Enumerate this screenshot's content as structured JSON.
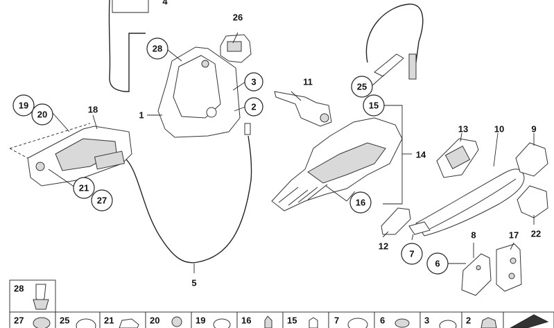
{
  "diagram": {
    "callouts": [
      {
        "id": "c28",
        "label": "28",
        "circled": true
      },
      {
        "id": "c26",
        "label": "26",
        "circled": false
      },
      {
        "id": "c3",
        "label": "3",
        "circled": true
      },
      {
        "id": "c2",
        "label": "2",
        "circled": true
      },
      {
        "id": "c1",
        "label": "1",
        "circled": false
      },
      {
        "id": "c4",
        "label": "4",
        "circled": false
      },
      {
        "id": "c19",
        "label": "19",
        "circled": true
      },
      {
        "id": "c20",
        "label": "20",
        "circled": true
      },
      {
        "id": "c18",
        "label": "18",
        "circled": false
      },
      {
        "id": "c21",
        "label": "21",
        "circled": true
      },
      {
        "id": "c27",
        "label": "27",
        "circled": true
      },
      {
        "id": "c11",
        "label": "11",
        "circled": false
      },
      {
        "id": "c25",
        "label": "25",
        "circled": true
      },
      {
        "id": "c15",
        "label": "15",
        "circled": true
      },
      {
        "id": "c14",
        "label": "14",
        "circled": false
      },
      {
        "id": "c16",
        "label": "16",
        "circled": true
      },
      {
        "id": "c13",
        "label": "13",
        "circled": false
      },
      {
        "id": "c10",
        "label": "10",
        "circled": false
      },
      {
        "id": "c9",
        "label": "9",
        "circled": false
      },
      {
        "id": "c22",
        "label": "22",
        "circled": false
      },
      {
        "id": "c12",
        "label": "12",
        "circled": false
      },
      {
        "id": "c7",
        "label": "7",
        "circled": true
      },
      {
        "id": "c8",
        "label": "8",
        "circled": false
      },
      {
        "id": "c17",
        "label": "17",
        "circled": false
      },
      {
        "id": "c6",
        "label": "6",
        "circled": true
      },
      {
        "id": "c5",
        "label": "5",
        "circled": false
      }
    ],
    "legend": [
      "28",
      "27",
      "25",
      "21",
      "20",
      "19",
      "16",
      "15",
      "7",
      "6",
      "3",
      "2"
    ]
  }
}
